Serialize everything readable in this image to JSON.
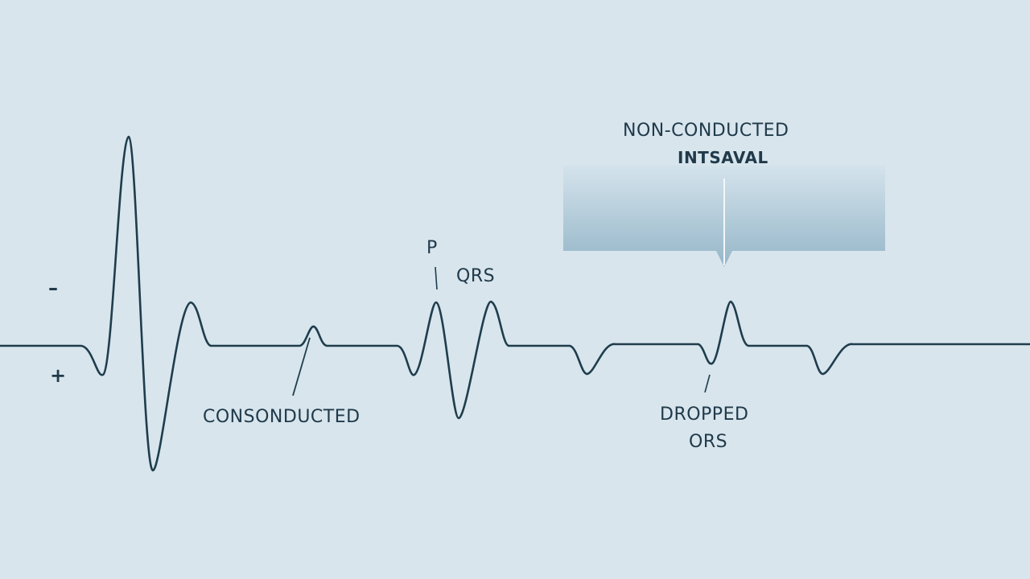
{
  "labels": {
    "minus": "–",
    "plus": "+",
    "p": "P",
    "qrs": "QRS",
    "conducted": "CONSONDUCTED",
    "non_conducted_line1": "NON-CONDUCTED",
    "non_conducted_line2": "INTSAVAL",
    "dropped_line1": "DROPPED",
    "dropped_line2": "ORS"
  },
  "colors": {
    "background": "#d8e5ed",
    "trace": "#1f3d4c",
    "callout_top": "#d4e3ec",
    "callout_bottom": "#8eb1c4"
  }
}
